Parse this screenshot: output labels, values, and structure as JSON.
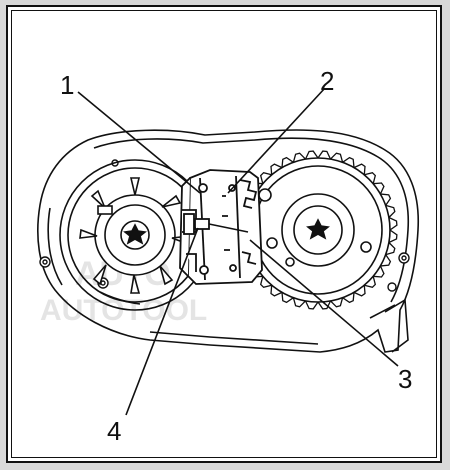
{
  "callouts": [
    {
      "id": "1",
      "label": "1"
    },
    {
      "id": "2",
      "label": "2"
    },
    {
      "id": "3",
      "label": "3"
    },
    {
      "id": "4",
      "label": "4"
    }
  ],
  "watermark": {
    "line1": "AUTO",
    "line2": "AUTOTOOL"
  },
  "colors": {
    "ink": "#111111",
    "paper": "#ffffff",
    "backdrop": "#d9d9d9",
    "watermark": "#cfcfcf"
  }
}
